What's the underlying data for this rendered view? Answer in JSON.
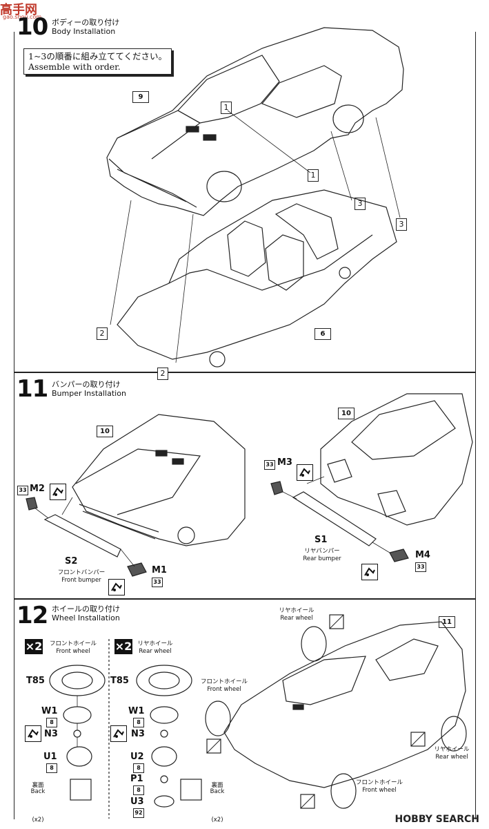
{
  "watermark": {
    "logo_text": "高手网",
    "sub_text": "gao.shou.com"
  },
  "steps": [
    {
      "number": "10",
      "title_jp": "ボディーの取り付け",
      "title_en": "Body Installation"
    },
    {
      "number": "11",
      "title_jp": "バンパーの取り付け",
      "title_en": "Bumper Installation"
    },
    {
      "number": "12",
      "title_jp": "ホイールの取り付け",
      "title_en": "Wheel Installation"
    }
  ],
  "step10": {
    "note_jp": "1~3の順番に組み立ててください。",
    "note_en": "Assemble with order.",
    "ref_body": "9",
    "ref_chassis": "6",
    "order_marks": [
      "1",
      "1",
      "2",
      "2",
      "3",
      "3"
    ]
  },
  "step11": {
    "ref_front": "10",
    "ref_rear": "10",
    "front": {
      "part_m2": "M2",
      "part_m1": "M1",
      "badge": "33",
      "part_s2": "S2",
      "s2_jp": "フロントバンパー",
      "s2_en": "Front bumper"
    },
    "rear": {
      "part_m3": "M3",
      "part_m4": "M4",
      "badge": "33",
      "part_s1": "S1",
      "s1_jp": "リヤバンパー",
      "s1_en": "Rear bumper"
    }
  },
  "step12": {
    "ref": "11",
    "front_wheel": {
      "multiplier": "×2",
      "label_jp": "フロントホイール",
      "label_en": "Front wheel",
      "parts": [
        "T85",
        "W1",
        "N3",
        "U1"
      ],
      "badge": "8",
      "back_jp": "裏面",
      "back_en": "Back",
      "count": "(x2)"
    },
    "rear_wheel": {
      "multiplier": "×2",
      "label_jp": "リヤホイール",
      "label_en": "Rear wheel",
      "parts": [
        "T85",
        "W1",
        "N3",
        "U2",
        "P1",
        "U3"
      ],
      "badges": [
        "8",
        "8",
        "8",
        "92"
      ],
      "back_jp": "裏面",
      "back_en": "Back",
      "count": "(x2)"
    },
    "callouts": [
      {
        "jp": "リヤホイール",
        "en": "Rear wheel"
      },
      {
        "jp": "フロントホイール",
        "en": "Front wheel"
      },
      {
        "jp": "リヤホイール",
        "en": "Rear wheel"
      },
      {
        "jp": "フロントホイール",
        "en": "Front wheel"
      }
    ]
  },
  "footer": {
    "brand": "HOBBY SEARCH"
  }
}
